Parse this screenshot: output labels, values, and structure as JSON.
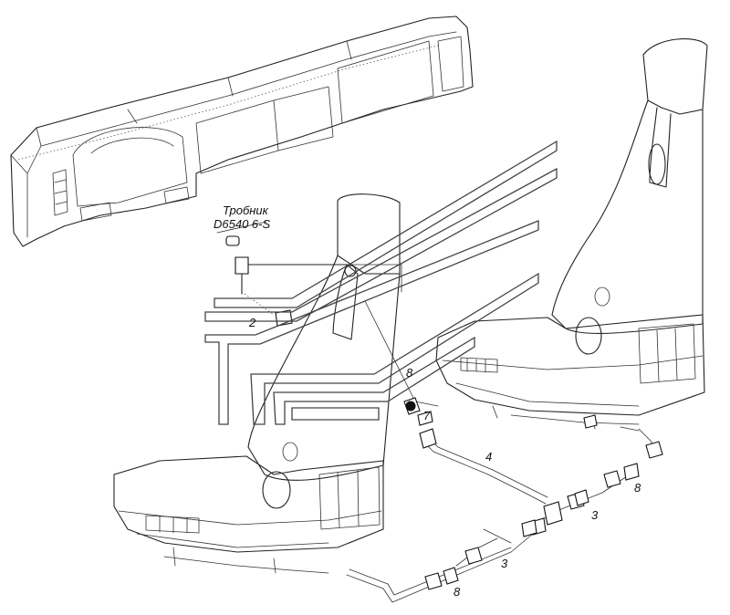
{
  "callouts": {
    "tee_name": "Тробник",
    "tee_code": "D6540 6-S",
    "c2": "2",
    "c3a": "3",
    "c3b": "3",
    "c4": "4",
    "c7": "7",
    "c8a": "8",
    "c8b": "8",
    "c8c": "8"
  },
  "colors": {
    "line": "#222222",
    "background": "#ffffff"
  }
}
